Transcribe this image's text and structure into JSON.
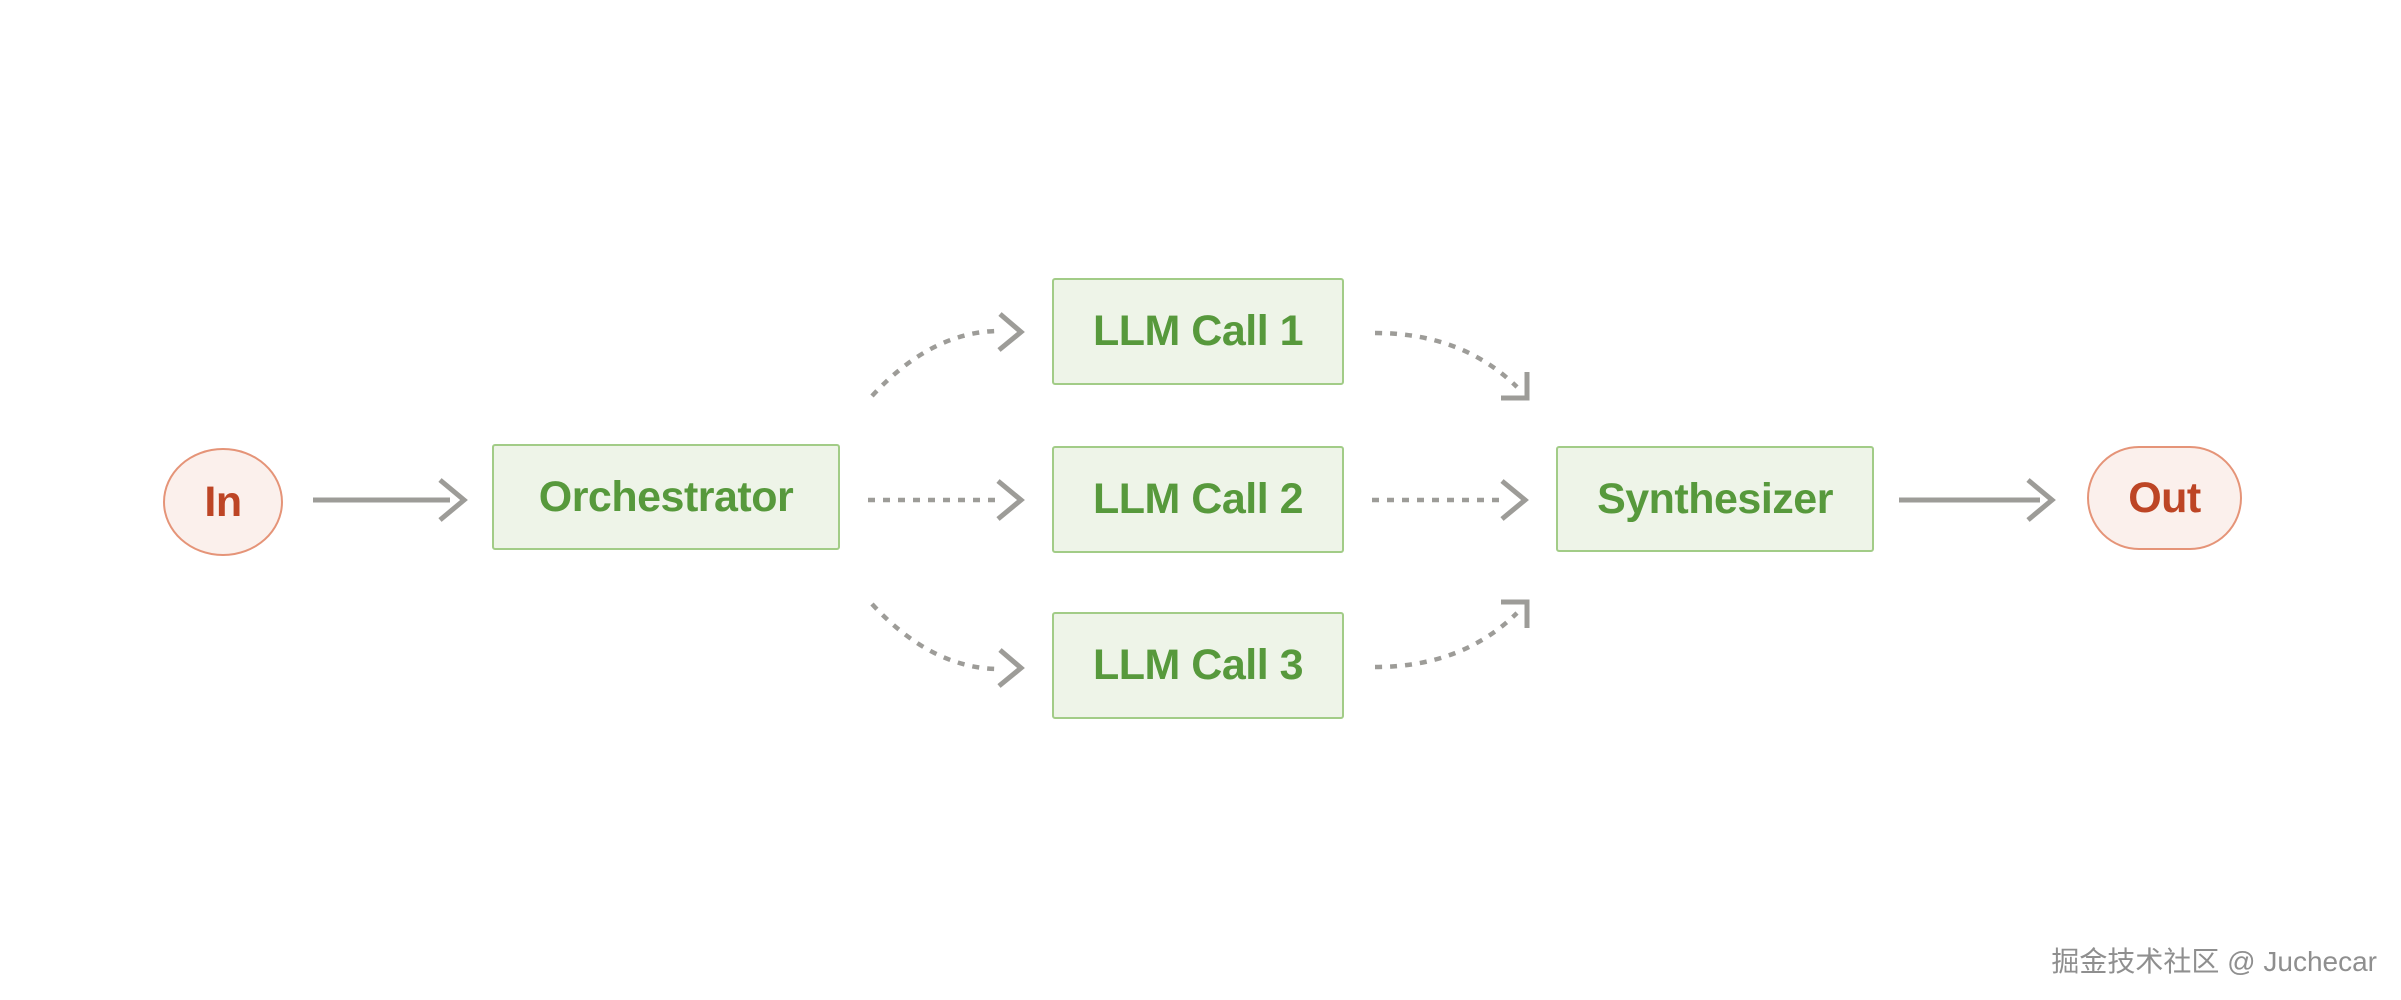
{
  "diagram": {
    "kind": "flowchart",
    "background": "#ffffff"
  },
  "nodes": {
    "in": {
      "label": "In",
      "shape": "ellipse"
    },
    "orchestrator": {
      "label": "Orchestrator",
      "shape": "rect"
    },
    "llm_call_1": {
      "label": "LLM Call 1",
      "shape": "rect"
    },
    "llm_call_2": {
      "label": "LLM Call 2",
      "shape": "rect"
    },
    "llm_call_3": {
      "label": "LLM Call 3",
      "shape": "rect"
    },
    "synthesizer": {
      "label": "Synthesizer",
      "shape": "rect"
    },
    "out": {
      "label": "Out",
      "shape": "pill"
    }
  },
  "edges": [
    {
      "from": "in",
      "to": "orchestrator",
      "style": "solid"
    },
    {
      "from": "orchestrator",
      "to": "llm_call_1",
      "style": "dashed-curve-up"
    },
    {
      "from": "orchestrator",
      "to": "llm_call_2",
      "style": "dashed-straight"
    },
    {
      "from": "orchestrator",
      "to": "llm_call_3",
      "style": "dashed-curve-down"
    },
    {
      "from": "llm_call_1",
      "to": "synthesizer",
      "style": "dashed-curve-down"
    },
    {
      "from": "llm_call_2",
      "to": "synthesizer",
      "style": "dashed-straight"
    },
    {
      "from": "llm_call_3",
      "to": "synthesizer",
      "style": "dashed-curve-up"
    },
    {
      "from": "synthesizer",
      "to": "out",
      "style": "solid"
    }
  ],
  "colors": {
    "green_box_fill": "#eef4e8",
    "green_box_border": "#a2cc87",
    "green_text": "#57993c",
    "pink_node_fill": "#fbf0ec",
    "pink_node_border": "#e59478",
    "red_text": "#bd4525",
    "arrow_gray": "#9d9c98",
    "watermark_gray": "#8f8f8f"
  },
  "watermark": {
    "text": "掘金技术社区 @ Juchecar"
  }
}
